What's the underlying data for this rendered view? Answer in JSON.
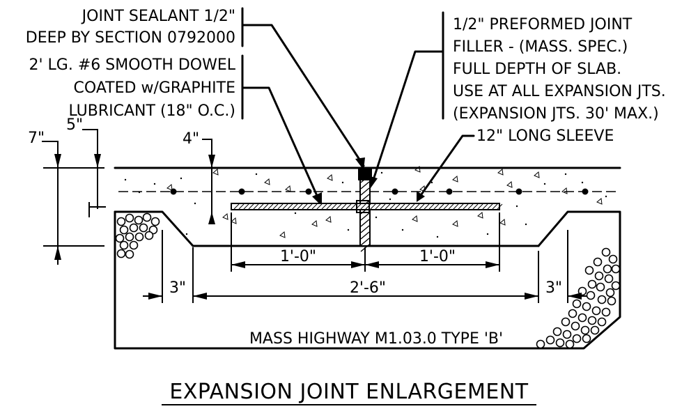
{
  "title": "EXPANSION JOINT ENLARGEMENT",
  "notes": {
    "sealant": [
      "JOINT SEALANT 1/2\"",
      "DEEP BY SECTION 0792000"
    ],
    "dowel": [
      "2' LG. #6 SMOOTH DOWEL",
      "COATED w/GRAPHITE",
      "LUBRICANT (18\" O.C.)"
    ],
    "filler": [
      "1/2\" PREFORMED JOINT",
      "FILLER - (MASS. SPEC.)",
      "FULL DEPTH OF SLAB.",
      "USE AT ALL EXPANSION JTS.",
      "(EXPANSION JTS. 30' MAX.)"
    ],
    "sleeve": "12\" LONG SLEEVE"
  },
  "dimensions": {
    "slab_depth": "7\"",
    "reinforcement_depth": "5\"",
    "cover": "4\"",
    "left_dowel_half": "1'-0\"",
    "right_dowel_half": "1'-0\"",
    "base_width": "2'-6\"",
    "left_taper": "3\"",
    "right_taper": "3\""
  },
  "base_label": "MASS HIGHWAY M1.03.0 TYPE 'B'"
}
